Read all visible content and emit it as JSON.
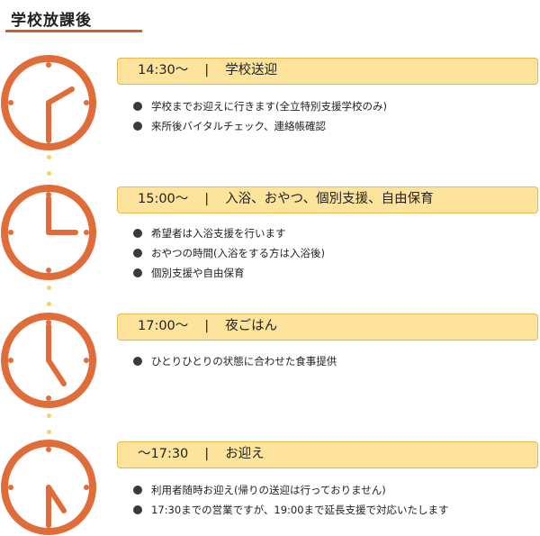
{
  "title": "学校放課後",
  "colors": {
    "accent": "#cf5f2b",
    "clock": "#e06c3a",
    "banner_fill": "#fde39b",
    "banner_border": "#e9b84f",
    "dots": "#f2d26a"
  },
  "sections": [
    {
      "time": "14:30〜",
      "separator": "|",
      "label": "学校送迎",
      "items": [
        "学校までお迎えに行きます(全立特別支援学校のみ)",
        "来所後バイタルチェック、連絡帳確認"
      ]
    },
    {
      "time": "15:00〜",
      "separator": "|",
      "label": "入浴、おやつ、個別支援、自由保育",
      "items": [
        "希望者は入浴支援を行います",
        "おやつの時間(入浴をする方は入浴後)",
        "個別支援や自由保育"
      ]
    },
    {
      "time": "17:00〜",
      "separator": "|",
      "label": "夜ごはん",
      "items": [
        "ひとりひとりの状態に合わせた食事提供"
      ]
    },
    {
      "time": "〜17:30",
      "separator": "|",
      "label": "お迎え",
      "items": [
        "利用者随時お迎え(帰りの送迎は行っておりません)",
        "17:30までの営業ですが、19:00まで延長支援で対応いたします"
      ]
    }
  ]
}
